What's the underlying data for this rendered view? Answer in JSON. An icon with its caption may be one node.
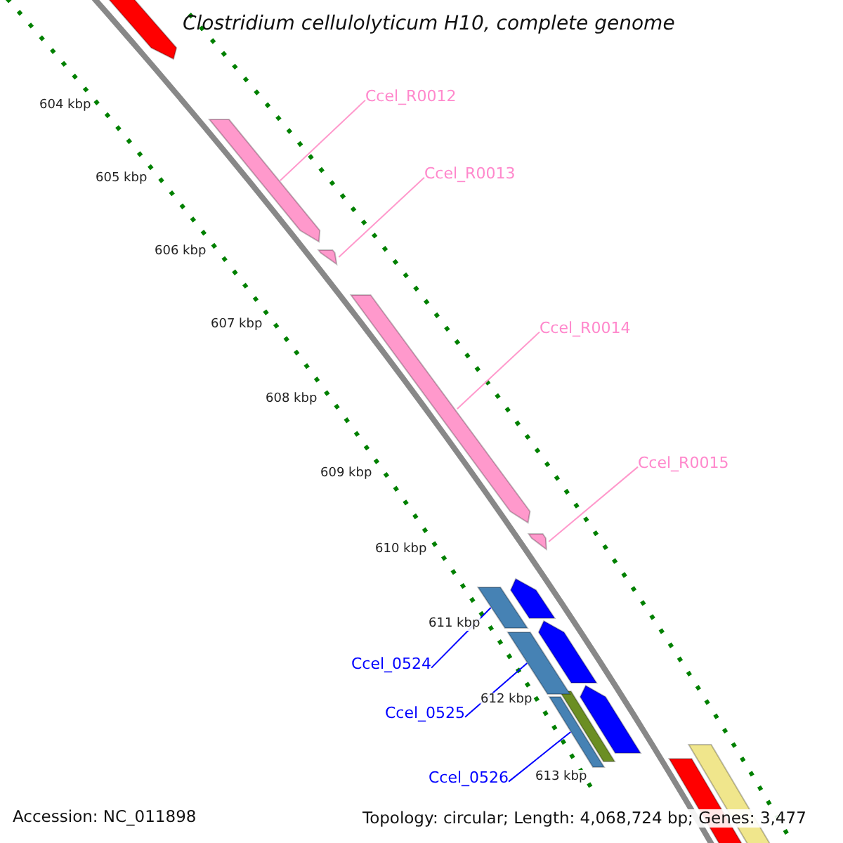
{
  "diagram": {
    "title": "Clostridium cellulolyticum H10, complete genome",
    "nodes": [
      {
        "text": [
          "Ccel_R0012"
        ]
      },
      {
        "text": [],
        "shape": "arrow"
      },
      {
        "text": [
          "Ccel_R0013"
        ]
      },
      {
        "text": [],
        "shape": "arrow"
      },
      {
        "text": [
          "Ccel_R0014"
        ]
      },
      {
        "text": [],
        "shape": "arrow"
      },
      {
        "text": [
          "Ccel_R0015"
        ]
      },
      {
        "text": [],
        "shape": "arrow"
      },
      {
        "text": [
          "Ccel_0524"
        ]
      },
      {
        "text": [],
        "shape": "bar"
      },
      {
        "text": [
          "Ccel_0525"
        ]
      },
      {
        "text": [],
        "shape": "bar"
      },
      {
        "text": [
          "Ccel_0526"
        ]
      },
      {
        "text": [],
        "shape": "bar"
      }
    ],
    "edges": [
      {
        "from": 0,
        "to": 1,
        "arrow": "none",
        "color": "#ff99cc"
      },
      {
        "from": 2,
        "to": 3,
        "arrow": "none",
        "color": "#ff99cc"
      },
      {
        "from": 4,
        "to": 5,
        "arrow": "none",
        "color": "#ff99cc"
      },
      {
        "from": 6,
        "to": 7,
        "arrow": "none",
        "color": "#ff99cc"
      },
      {
        "from": 8,
        "to": 9,
        "arrow": "none",
        "color": "#0000ff"
      },
      {
        "from": 10,
        "to": 11,
        "arrow": "none",
        "color": "#0000ff"
      },
      {
        "from": 12,
        "to": 13,
        "arrow": "none",
        "color": "#0000ff"
      }
    ],
    "labels": [
      "604 kbp",
      "605 kbp",
      "606 kbp",
      "607 kbp",
      "608 kbp",
      "609 kbp",
      "610 kbp",
      "611 kbp",
      "612 kbp",
      "613 kbp",
      "Accession: NC_011898",
      "Topology: circular; Length: 4,068,724 bp; Genes: 3,477"
    ]
  }
}
